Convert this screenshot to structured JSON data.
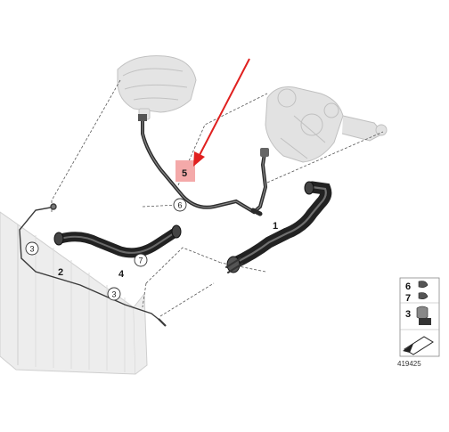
{
  "callouts": {
    "p1": "1",
    "p2": "2",
    "p3a": "3",
    "p3b": "3",
    "p4": "4",
    "p5": "5",
    "p6": "6",
    "p7": "7"
  },
  "legend": {
    "n6": "6",
    "n7": "7",
    "n3": "3"
  },
  "reference_number": "419425",
  "colors": {
    "highlight": "#f4a9a9",
    "arrow": "#e0201f",
    "hose": "#2b2b2b",
    "ghost": "#c8c8c8"
  }
}
